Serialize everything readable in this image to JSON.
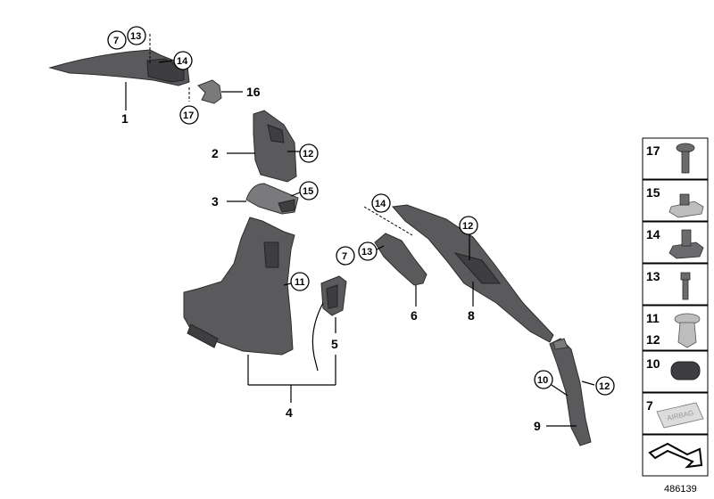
{
  "callouts": {
    "c7a": "7",
    "c13a": "13",
    "c14a": "14",
    "c17": "17",
    "c12a": "12",
    "c15": "15",
    "c11": "11",
    "c7b": "7",
    "c13b": "13",
    "c14b": "14",
    "c12b": "12",
    "c10": "10",
    "c12c": "12"
  },
  "labels": {
    "p1": "1",
    "p2": "2",
    "p3": "3",
    "p4": "4",
    "p5": "5",
    "p6": "6",
    "p8": "8",
    "p9": "9",
    "p16": "16"
  },
  "legend": [
    {
      "num": "17",
      "icon": "screw-icon"
    },
    {
      "num": "15",
      "icon": "speed-nut-icon"
    },
    {
      "num": "14",
      "icon": "clip-nut-icon"
    },
    {
      "num": "13",
      "icon": "bolt-icon"
    },
    {
      "num": "11",
      "num2": "12",
      "icon": "expanding-rivet-icon"
    },
    {
      "num": "10",
      "icon": "plug-icon"
    },
    {
      "num": "7",
      "icon": "airbag-emblem-icon"
    },
    {
      "num": "",
      "icon": "arrow-icon"
    }
  ],
  "airbag_text": "AIRBAG",
  "reference_number": "486139"
}
